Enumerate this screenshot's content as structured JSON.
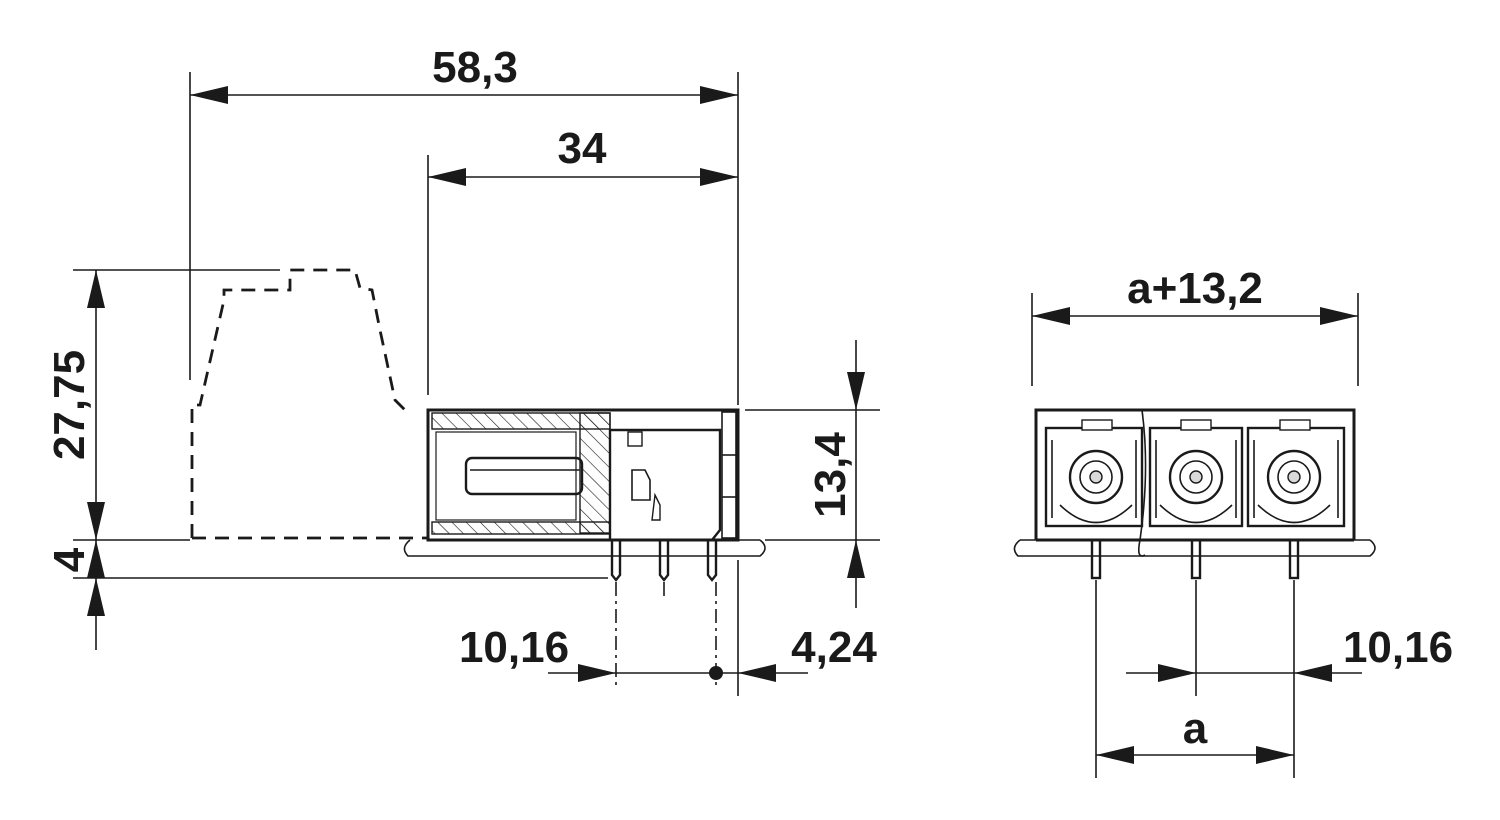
{
  "side_view": {
    "dim_overall_length": "58,3",
    "dim_body_length": "34",
    "dim_total_height": "27,75",
    "dim_pin_length": "4",
    "dim_body_height": "13,4",
    "dim_pitch": "10,16",
    "dim_offset": "4,24"
  },
  "front_view": {
    "dim_width": "a+13,2",
    "dim_pitch": "10,16",
    "dim_a": "a"
  },
  "colors": {
    "line": "#1a1a1a",
    "body_fill": "#d9d9d9"
  }
}
